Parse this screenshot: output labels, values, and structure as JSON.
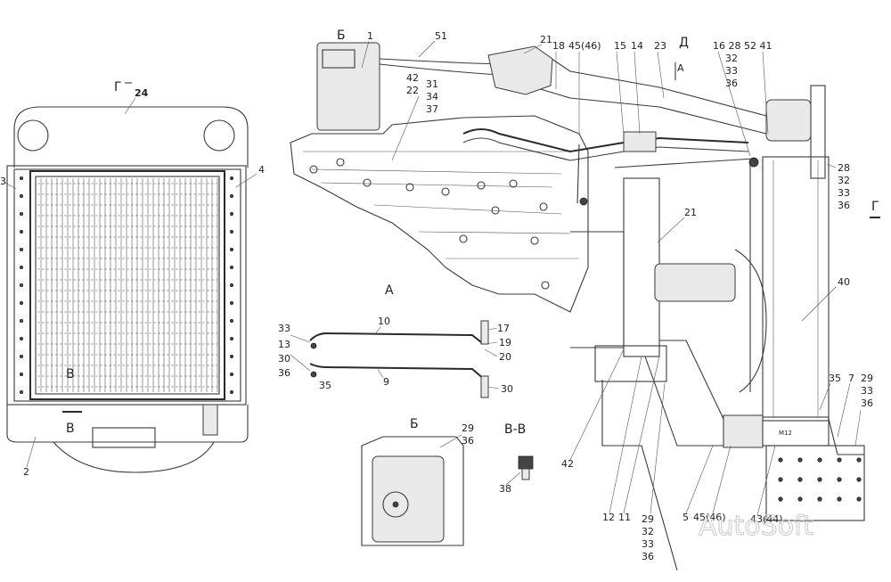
{
  "views": {
    "g_title": "Г",
    "a_title": "А",
    "b_title": "Б",
    "vv_title": "В-В",
    "b1_title": "Б",
    "d_arrow": "Д",
    "a_arrow": "А",
    "g_arrow": "Г",
    "v_mark": "В"
  },
  "callouts": {
    "c24": "24",
    "c3": "3",
    "c4": "4",
    "c2": "2",
    "c1": "1",
    "c51": "51",
    "c42_22_31": [
      "42",
      "22",
      "31",
      "34",
      "37"
    ],
    "c21_top": "21",
    "c18": "18",
    "c45_46": "45(46)",
    "c15": "15",
    "c14": "14",
    "c23": "23",
    "c16_28_52_41": "16 28 52 41",
    "c32_33_36_top": [
      "32",
      "33",
      "36"
    ],
    "c28_right": [
      "28",
      "32",
      "33",
      "36"
    ],
    "c21_mid": "21",
    "c40": "40",
    "c10": "10",
    "c9": "9",
    "c17": "17",
    "c19": "19",
    "c20": "20",
    "c30": "30",
    "c33": "33",
    "c13": "13",
    "c30_left": "30",
    "c36_left": "36",
    "c35_left": "35",
    "c29_36": "29\n36",
    "c38": "38",
    "c42_bottom": "42",
    "c12": "12",
    "c11": "11",
    "c29_stack": [
      "29",
      "32",
      "33",
      "36"
    ],
    "c5": "5",
    "c45_46_bottom": "45(46)",
    "c43_44": "43(44)",
    "c35_right": "35",
    "c7": "7",
    "c29_right": [
      "29",
      "33",
      "36"
    ],
    "c1_top": "1"
  },
  "watermark": "AutoSoft"
}
